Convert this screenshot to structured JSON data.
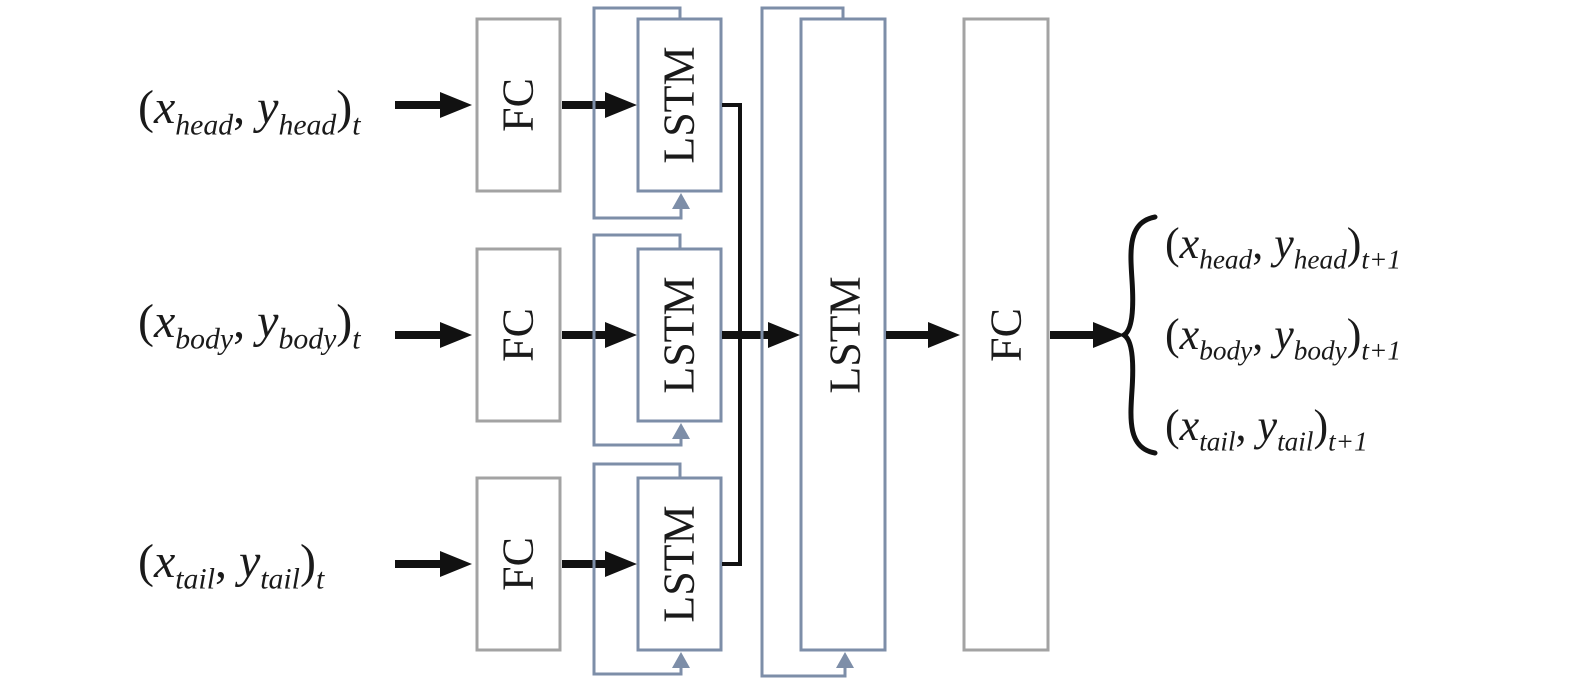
{
  "inputs": [
    {
      "x_var": "x",
      "y_var": "y",
      "part": "head",
      "time": "t"
    },
    {
      "x_var": "x",
      "y_var": "y",
      "part": "body",
      "time": "t"
    },
    {
      "x_var": "x",
      "y_var": "y",
      "part": "tail",
      "time": "t"
    }
  ],
  "outputs": [
    {
      "x_var": "x",
      "y_var": "y",
      "part": "head",
      "time": "t+1"
    },
    {
      "x_var": "x",
      "y_var": "y",
      "part": "body",
      "time": "t+1"
    },
    {
      "x_var": "x",
      "y_var": "y",
      "part": "tail",
      "time": "t+1"
    }
  ],
  "blocks": {
    "fc_input": "FC",
    "lstm_branch": "LSTM",
    "lstm_shared": "LSTM",
    "fc_output": "FC"
  },
  "colors": {
    "fc_border": "#a3a3a3",
    "lstm_border": "#7d8ea8",
    "arrow": "#111111"
  }
}
